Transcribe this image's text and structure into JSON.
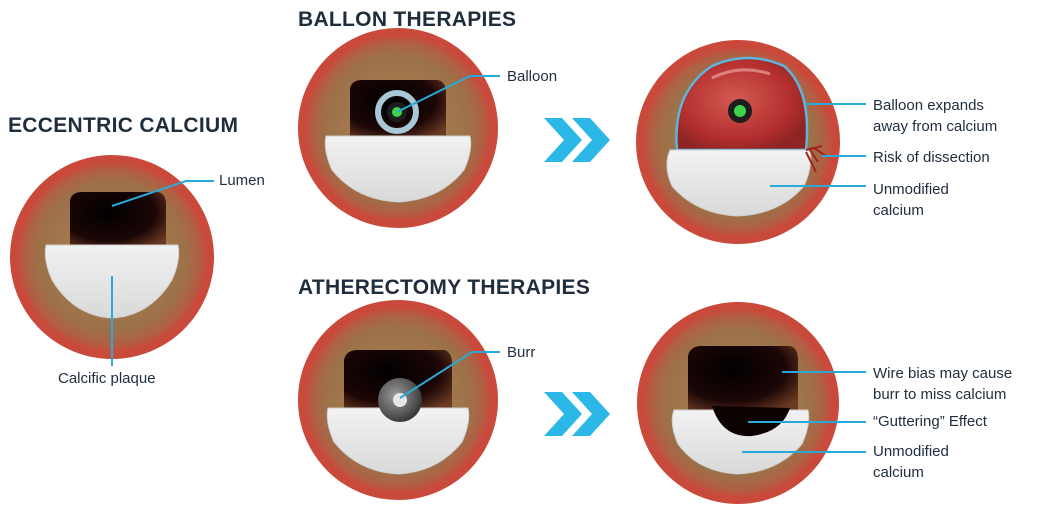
{
  "titles": {
    "eccentric": "ECCENTRIC CALCIUM",
    "balloon": "BALLON THERAPIES",
    "atherectomy": "ATHERECTOMY THERAPIES"
  },
  "labels": {
    "lumen": "Lumen",
    "calcific_plaque": "Calcific plaque",
    "balloon": "Balloon",
    "balloon_expands_1": "Balloon expands",
    "balloon_expands_2": "away from calcium",
    "risk_dissection": "Risk of dissection",
    "unmodified_a_1": "Unmodified",
    "unmodified_a_2": "calcium",
    "burr": "Burr",
    "wire_bias_1": "Wire bias may cause",
    "wire_bias_2": "burr to miss calcium",
    "guttering": "“Guttering” Effect",
    "unmodified_b_1": "Unmodified",
    "unmodified_b_2": "calcium"
  },
  "colors": {
    "vessel_outer": "#c94a3a",
    "vessel_wall": "#a27a4e",
    "lumen": "#130404",
    "calcium": "#e6e6e6",
    "balloon_fill": "#c23b37",
    "balloon_edge": "#5db4dc",
    "wire_green": "#3fd34c",
    "callout": "#29a9d8",
    "arrow": "#2cb8e6"
  }
}
